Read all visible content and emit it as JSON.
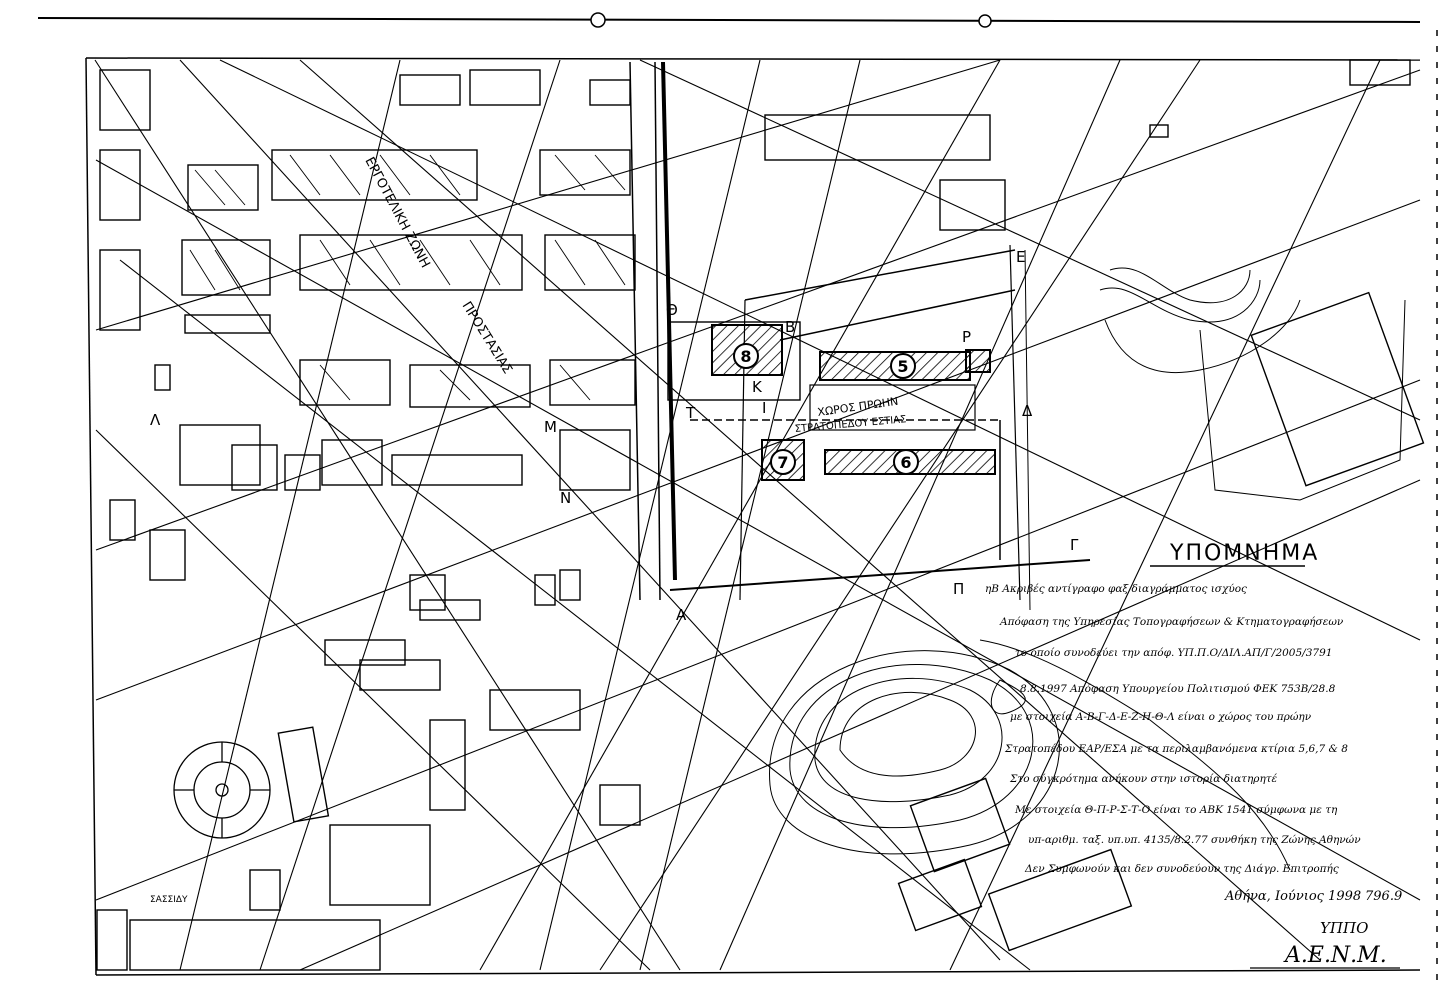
{
  "map": {
    "street_labels": {
      "ergoteli_zoni": "ΕΡΓΟΤΕΛΙΚΗ ΖΩΝΗ",
      "prostasias": "ΠΡΟΣΤΑΣΙΑΣ",
      "sassidy": "ΣΑΣΣΙΔΥ"
    },
    "area_label": {
      "line1": "ΧΩΡΟΣ ΠΡΩΗΝ",
      "line2": "ΣΤΡΑΤΟΠΕΔΟΥ ΕΣΤΙΑΣ"
    },
    "building_markers": [
      "8",
      "5",
      "6",
      "7"
    ],
    "point_labels": {
      "A": "A",
      "Lambda": "Λ",
      "M": "Μ",
      "N": "Ν",
      "Theta": "Θ",
      "E": "Ε",
      "Rho": "Ρ",
      "Delta": "Δ",
      "Gamma": "Γ",
      "Pi": "Π",
      "Tau": "Τ",
      "I": "Ι",
      "Kappa": "Κ",
      "B": "Β"
    }
  },
  "legend": {
    "title": "ΥΠΟΜΝΗΜΑ",
    "lines": [
      "ηΒ Ακριβές αντίγραφο φαξ διαγράμματος ισχύος",
      "Απόφαση της Υπηρεσίας Τοπογραφήσεων & Κτηματογραφήσεων",
      "το οποίο συνοδεύει την απόφ. ΥΠ.Π.Ο/ΔΙΛ.ΑΠ/Γ/2005/3791",
      "8.8.1997 Απόφαση Υπουργείου Πολιτισμού ΦΕΚ 753Β/28.8",
      "με στοιχεία Α-Β-Γ-Δ-Ε-Ζ-Η-Θ-Λ είναι ο χώρος του πρώην",
      "Στρατοπέδου ΕΑΡ/ΕΣΑ με τα περιλαμβανόμενα κτίρια 5,6,7 & 8",
      "Στο σύγκρότημα ανήκουν στην ιστορία διατηρητέ",
      "Με στοιχεία Θ-Π-Ρ-Σ-Τ-Ο είναι το ΑΒΚ 1541 σύμφωνα με τη",
      "υπ-αριθμ. ταξ. υπ.υπ. 4135/8.2.77 συνθήκη της Ζώνης Αθηνών",
      "Δεν Συμφωνούν και δεν συνοδεύουν της Διάγρ. Επιτροπής"
    ],
    "date": "Αθήνα, Ιούνιος 1998",
    "number": "796.9",
    "signature_top": "ΥΠΠΟ",
    "signature": "Α.Ε.Ν.Μ."
  }
}
